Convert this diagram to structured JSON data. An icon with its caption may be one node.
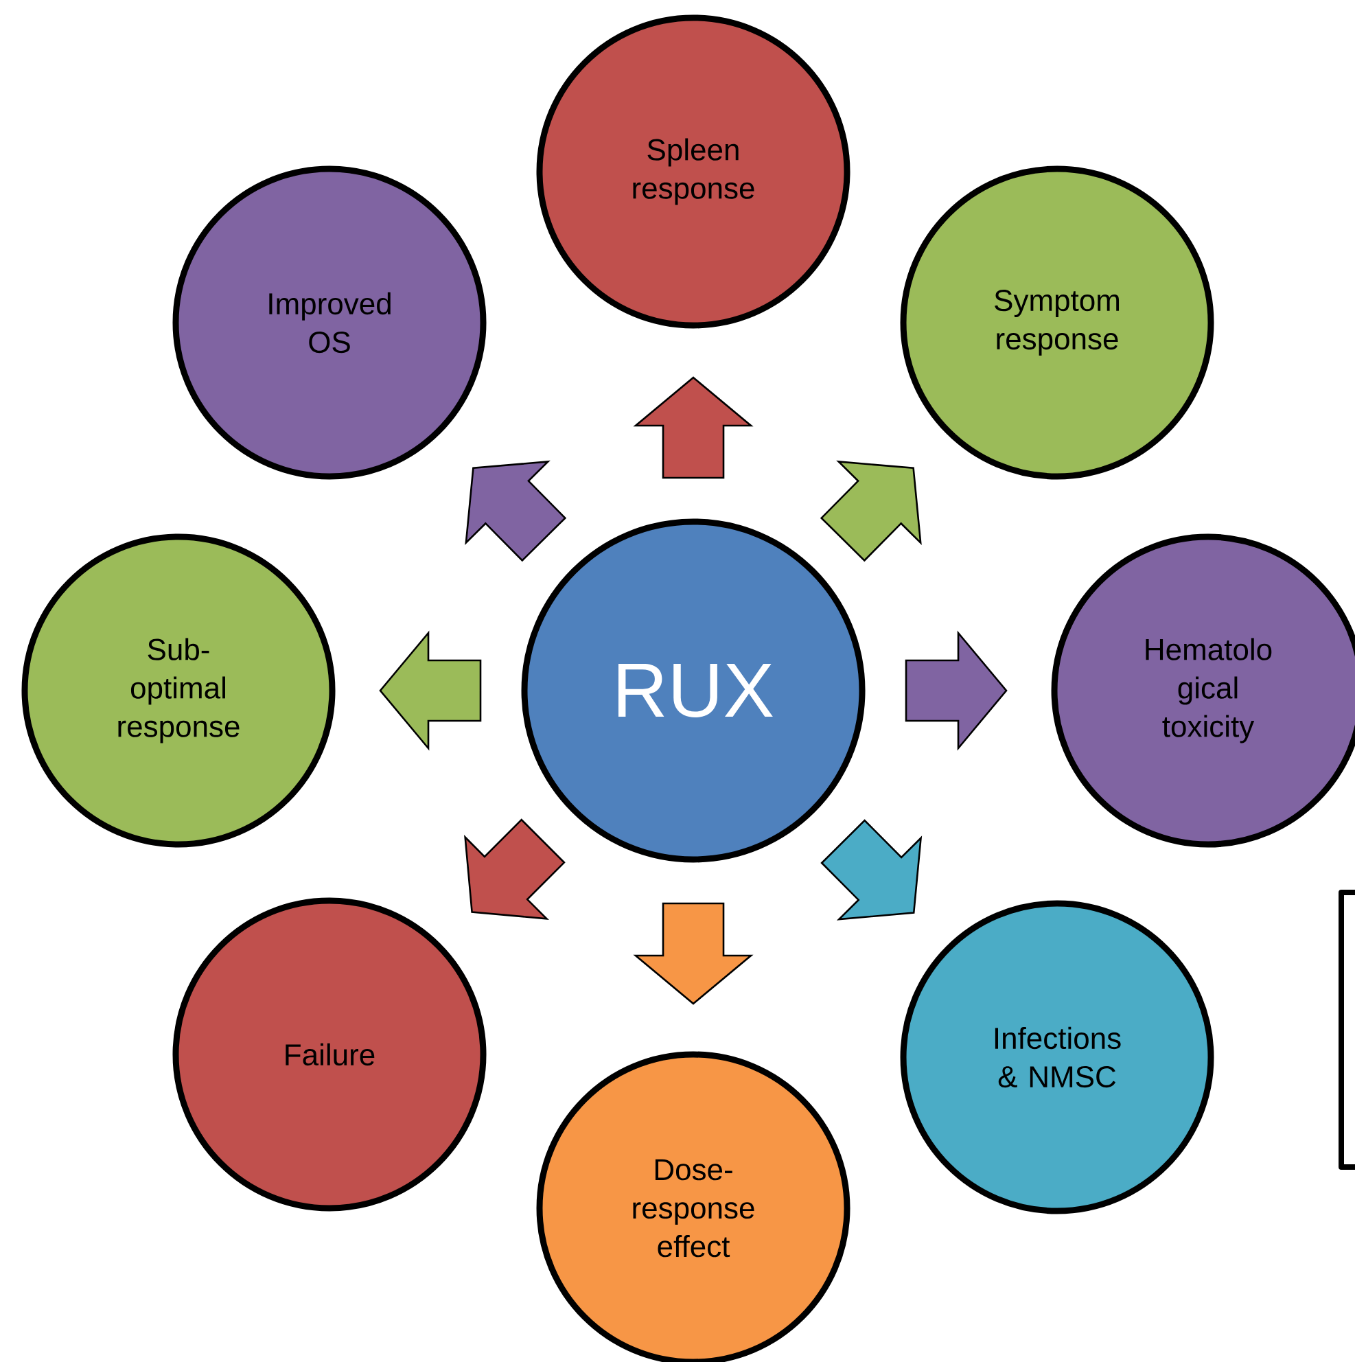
{
  "diagram": {
    "nodes": [
      {
        "text": [
          "RUX"
        ]
      },
      {
        "text": [
          "Spleen response"
        ]
      },
      {
        "text": [
          "Symptom response"
        ]
      },
      {
        "text": [
          "Hematolo gical toxicity"
        ]
      },
      {
        "text": [
          "Infections & NMSC"
        ]
      },
      {
        "text": [
          "Dose-response effect"
        ]
      },
      {
        "text": [
          "Failure"
        ]
      },
      {
        "text": [
          "Sub-optimal response"
        ]
      },
      {
        "text": [
          "Improved OS"
        ]
      }
    ],
    "edges": [
      {
        "from": 0,
        "to": 1,
        "arrow": "to",
        "color": "#c0504d"
      },
      {
        "from": 0,
        "to": 2,
        "arrow": "to",
        "color": "#9bbb59"
      },
      {
        "from": 0,
        "to": 3,
        "arrow": "to",
        "color": "#8064a2"
      },
      {
        "from": 0,
        "to": 4,
        "arrow": "to",
        "color": "#4bacc6"
      },
      {
        "from": 0,
        "to": 5,
        "arrow": "to",
        "color": "#f79646"
      },
      {
        "from": 0,
        "to": 6,
        "arrow": "to",
        "color": "#c0504d"
      },
      {
        "from": 0,
        "to": 7,
        "arrow": "to",
        "color": "#9bbb59"
      },
      {
        "from": 0,
        "to": 8,
        "arrow": "to",
        "color": "#8064a2"
      }
    ]
  }
}
